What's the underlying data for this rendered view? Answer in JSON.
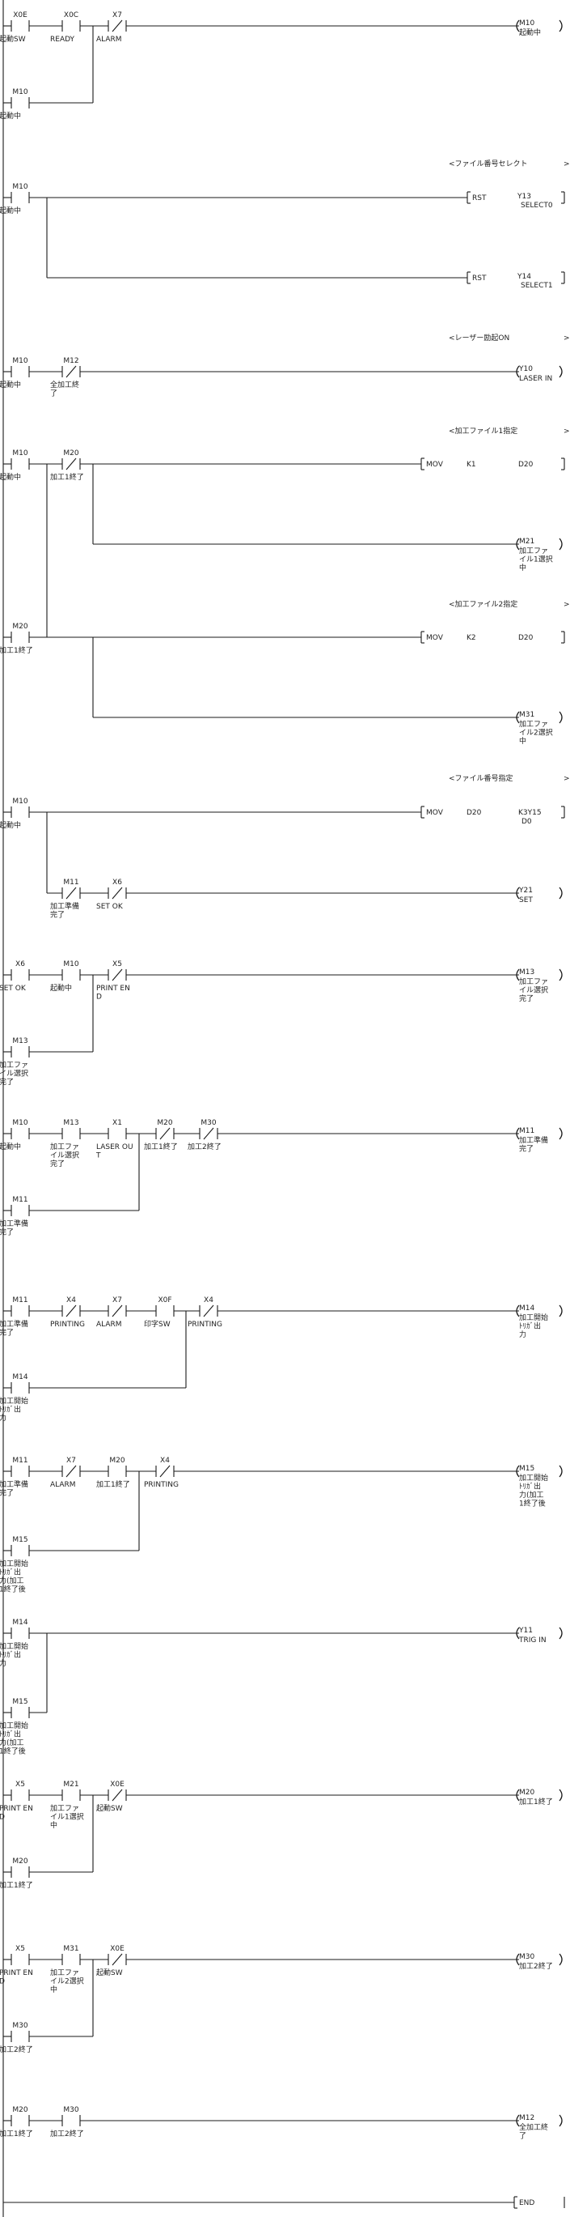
{
  "rungs": [
    {
      "contacts": [
        {
          "dev": "X0E",
          "type": "NO",
          "comment": [
            "起動SW"
          ]
        },
        {
          "dev": "X0C",
          "type": "NO",
          "comment": [
            "READY"
          ]
        },
        {
          "dev": "X7",
          "type": "NC",
          "comment": [
            "ALARM"
          ]
        }
      ],
      "branches": [
        {
          "dev": "M10",
          "type": "NO",
          "comment": [
            "起動中"
          ]
        }
      ],
      "outputs": [
        {
          "kind": "coil",
          "dev": "M10",
          "comment": [
            "起動中"
          ]
        }
      ]
    },
    {
      "section_comment": "<ファイル番号セレクト",
      "contacts": [
        {
          "dev": "M10",
          "type": "NO",
          "comment": [
            "起動中"
          ]
        }
      ],
      "outputs": [
        {
          "kind": "inst",
          "op": "RST",
          "args": [
            [
              "Y13",
              "SELECT0"
            ]
          ]
        },
        {
          "kind": "inst",
          "op": "RST",
          "args": [
            [
              "Y14",
              "SELECT1"
            ]
          ]
        }
      ]
    },
    {
      "section_comment": "<レーザー励起ON",
      "contacts": [
        {
          "dev": "M10",
          "type": "NO",
          "comment": [
            "起動中"
          ]
        },
        {
          "dev": "M12",
          "type": "NC",
          "comment": [
            "全加工終",
            "了"
          ]
        }
      ],
      "outputs": [
        {
          "kind": "coil",
          "dev": "Y10",
          "comment": [
            "LASER IN"
          ]
        }
      ]
    },
    {
      "section_comment": "<加工ファイル1指定",
      "contacts": [
        {
          "dev": "M10",
          "type": "NO",
          "comment": [
            "起動中"
          ]
        },
        {
          "dev": "M20",
          "type": "NC",
          "comment": [
            "加工1終了"
          ]
        }
      ],
      "outputs": [
        {
          "kind": "inst",
          "op": "MOV",
          "args": [
            [
              "K1"
            ],
            [
              "D20"
            ]
          ]
        },
        {
          "kind": "coil",
          "dev": "M21",
          "comment": [
            "加工ファ",
            "イル1選択",
            "中"
          ]
        }
      ]
    },
    {
      "section_comment": "<加工ファイル2指定",
      "contacts": [
        {
          "dev": "M20",
          "type": "NO",
          "comment": [
            "加工1終了"
          ]
        }
      ],
      "outputs": [
        {
          "kind": "inst",
          "op": "MOV",
          "args": [
            [
              "K2"
            ],
            [
              "D20"
            ]
          ]
        },
        {
          "kind": "coil",
          "dev": "M31",
          "comment": [
            "加工ファ",
            "イル2選択",
            "中"
          ]
        }
      ]
    },
    {
      "section_comment": "<ファイル番号指定",
      "contacts": [
        {
          "dev": "M10",
          "type": "NO",
          "comment": [
            "起動中"
          ]
        }
      ],
      "outputs": [
        {
          "kind": "inst",
          "op": "MOV",
          "args": [
            [
              "D20"
            ],
            [
              "K3Y15",
              "D0"
            ]
          ]
        }
      ],
      "sub": {
        "contacts": [
          {
            "dev": "M11",
            "type": "NC",
            "comment": [
              "加工準備",
              "完了"
            ]
          },
          {
            "dev": "X6",
            "type": "NC",
            "comment": [
              "SET OK"
            ]
          }
        ],
        "output": {
          "kind": "coil",
          "dev": "Y21",
          "comment": [
            "SET"
          ]
        }
      }
    },
    {
      "contacts": [
        {
          "dev": "X6",
          "type": "NO",
          "comment": [
            "SET OK"
          ]
        },
        {
          "dev": "M10",
          "type": "NO",
          "comment": [
            "起動中"
          ]
        },
        {
          "dev": "X5",
          "type": "NC",
          "comment": [
            "PRINT EN",
            "D"
          ]
        }
      ],
      "branches": [
        {
          "dev": "M13",
          "type": "NO",
          "comment": [
            "加工ファ",
            "イル選択",
            "完了"
          ]
        }
      ],
      "outputs": [
        {
          "kind": "coil",
          "dev": "M13",
          "comment": [
            "加工ファ",
            "イル選択",
            "完了"
          ]
        }
      ]
    },
    {
      "contacts": [
        {
          "dev": "M10",
          "type": "NO",
          "comment": [
            "起動中"
          ]
        },
        {
          "dev": "M13",
          "type": "NO",
          "comment": [
            "加工ファ",
            "イル選択",
            "完了"
          ]
        },
        {
          "dev": "X1",
          "type": "NO",
          "comment": [
            "LASER OU",
            "T"
          ]
        },
        {
          "dev": "M20",
          "type": "NC",
          "comment": [
            "加工1終了"
          ]
        },
        {
          "dev": "M30",
          "type": "NC",
          "comment": [
            "加工2終了"
          ]
        }
      ],
      "branches": [
        {
          "dev": "M11",
          "type": "NO",
          "comment": [
            "加工準備",
            "完了"
          ]
        }
      ],
      "outputs": [
        {
          "kind": "coil",
          "dev": "M11",
          "comment": [
            "加工準備",
            "完了"
          ]
        }
      ]
    },
    {
      "contacts": [
        {
          "dev": "M11",
          "type": "NO",
          "comment": [
            "加工準備",
            "完了"
          ]
        },
        {
          "dev": "X4",
          "type": "NC",
          "comment": [
            "PRINTING"
          ]
        },
        {
          "dev": "X7",
          "type": "NC",
          "comment": [
            "ALARM"
          ]
        },
        {
          "dev": "X0F",
          "type": "NO",
          "comment": [
            "印字SW"
          ]
        },
        {
          "dev": "X4",
          "type": "NC",
          "comment": [
            "PRINTING"
          ]
        }
      ],
      "branches": [
        {
          "dev": "M14",
          "type": "NO",
          "comment": [
            "加工開始",
            "ﾄﾘｶﾞ出",
            "力"
          ]
        }
      ],
      "outputs": [
        {
          "kind": "coil",
          "dev": "M14",
          "comment": [
            "加工開始",
            "ﾄﾘｶﾞ出",
            "力"
          ]
        }
      ]
    },
    {
      "contacts": [
        {
          "dev": "M11",
          "type": "NO",
          "comment": [
            "加工準備",
            "完了"
          ]
        },
        {
          "dev": "X7",
          "type": "NC",
          "comment": [
            "ALARM"
          ]
        },
        {
          "dev": "M20",
          "type": "NO",
          "comment": [
            "加工1終了"
          ]
        },
        {
          "dev": "X4",
          "type": "NC",
          "comment": [
            "PRINTING"
          ]
        }
      ],
      "branches": [
        {
          "dev": "M15",
          "type": "NO",
          "comment": [
            "加工開始",
            "ﾄﾘｶﾞ出",
            "力(加工",
            "1終了後"
          ]
        }
      ],
      "outputs": [
        {
          "kind": "coil",
          "dev": "M15",
          "comment": [
            "加工開始",
            "ﾄﾘｶﾞ出",
            "力(加工",
            "1終了後"
          ]
        }
      ]
    },
    {
      "contacts": [
        {
          "dev": "M14",
          "type": "NO",
          "comment": [
            "加工開始",
            "ﾄﾘｶﾞ出",
            "力"
          ]
        }
      ],
      "branches": [
        {
          "dev": "M15",
          "type": "NO",
          "comment": [
            "加工開始",
            "ﾄﾘｶﾞ出",
            "力(加工",
            "1終了後"
          ]
        }
      ],
      "outputs": [
        {
          "kind": "coil",
          "dev": "Y11",
          "comment": [
            "TRIG IN"
          ]
        }
      ]
    },
    {
      "contacts": [
        {
          "dev": "X5",
          "type": "NO",
          "comment": [
            "PRINT EN",
            "D"
          ]
        },
        {
          "dev": "M21",
          "type": "NO",
          "comment": [
            "加工ファ",
            "イル1選択",
            "中"
          ]
        },
        {
          "dev": "X0E",
          "type": "NC",
          "comment": [
            "起動SW"
          ]
        }
      ],
      "branches": [
        {
          "dev": "M20",
          "type": "NO",
          "comment": [
            "加工1終了"
          ]
        }
      ],
      "outputs": [
        {
          "kind": "coil",
          "dev": "M20",
          "comment": [
            "加工1終了"
          ]
        }
      ]
    },
    {
      "contacts": [
        {
          "dev": "X5",
          "type": "NO",
          "comment": [
            "PRINT EN",
            "D"
          ]
        },
        {
          "dev": "M31",
          "type": "NO",
          "comment": [
            "加工ファ",
            "イル2選択",
            "中"
          ]
        },
        {
          "dev": "X0E",
          "type": "NC",
          "comment": [
            "起動SW"
          ]
        }
      ],
      "branches": [
        {
          "dev": "M30",
          "type": "NO",
          "comment": [
            "加工2終了"
          ]
        }
      ],
      "outputs": [
        {
          "kind": "coil",
          "dev": "M30",
          "comment": [
            "加工2終了"
          ]
        }
      ]
    },
    {
      "contacts": [
        {
          "dev": "M20",
          "type": "NO",
          "comment": [
            "加工1終了"
          ]
        },
        {
          "dev": "M30",
          "type": "NO",
          "comment": [
            "加工2終了"
          ]
        }
      ],
      "outputs": [
        {
          "kind": "coil",
          "dev": "M12",
          "comment": [
            "全加工終",
            "了"
          ]
        }
      ]
    },
    {
      "outputs": [
        {
          "kind": "end",
          "label": "END"
        }
      ]
    }
  ]
}
